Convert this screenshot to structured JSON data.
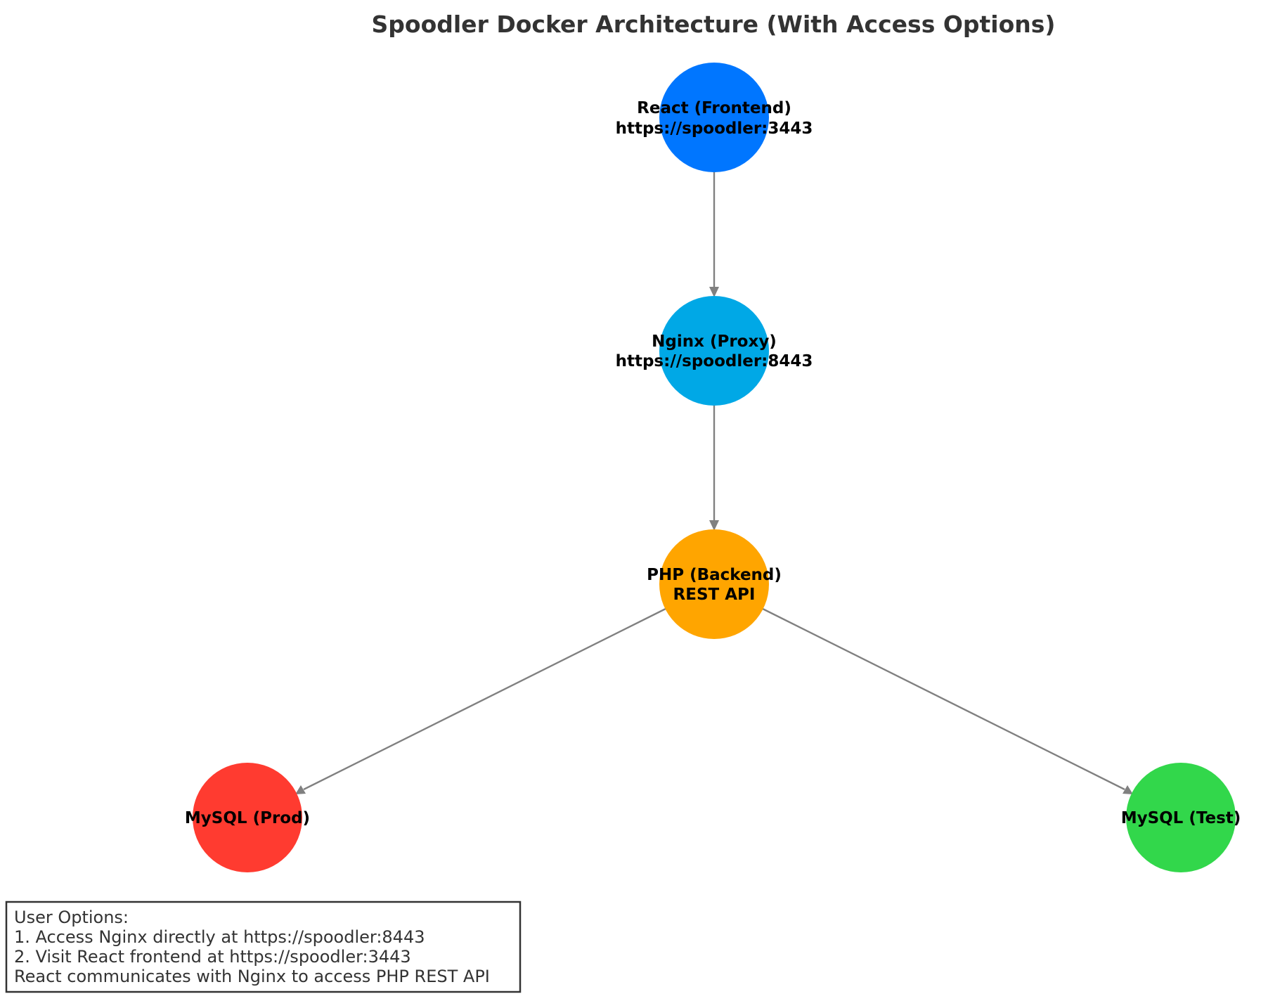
{
  "title": "Spoodler Docker Architecture (With Access Options)",
  "nodes": [
    {
      "id": "react",
      "lines": [
        "React (Frontend)",
        "https://spoodler:3443"
      ],
      "color": "#0076FF"
    },
    {
      "id": "nginx",
      "lines": [
        "Nginx (Proxy)",
        "https://spoodler:8443"
      ],
      "color": "#00A8E6"
    },
    {
      "id": "php",
      "lines": [
        "PHP (Backend)",
        "REST API"
      ],
      "color": "#FFA500"
    },
    {
      "id": "mysql_prod",
      "lines": [
        "MySQL (Prod)"
      ],
      "color": "#FF3B30"
    },
    {
      "id": "mysql_test",
      "lines": [
        "MySQL (Test)"
      ],
      "color": "#32D74B"
    }
  ],
  "edges": [
    {
      "from": "react",
      "to": "nginx"
    },
    {
      "from": "nginx",
      "to": "php"
    },
    {
      "from": "php",
      "to": "mysql_prod"
    },
    {
      "from": "php",
      "to": "mysql_test"
    }
  ],
  "note": {
    "lines": [
      "User Options:",
      "1. Access Nginx directly at https://spoodler:8443",
      "2. Visit React frontend at https://spoodler:3443",
      "React communicates with Nginx to access PHP REST API"
    ]
  },
  "colors": {
    "edge": "#808080",
    "title": "#333333",
    "label": "#000000",
    "note_border": "#333333"
  }
}
